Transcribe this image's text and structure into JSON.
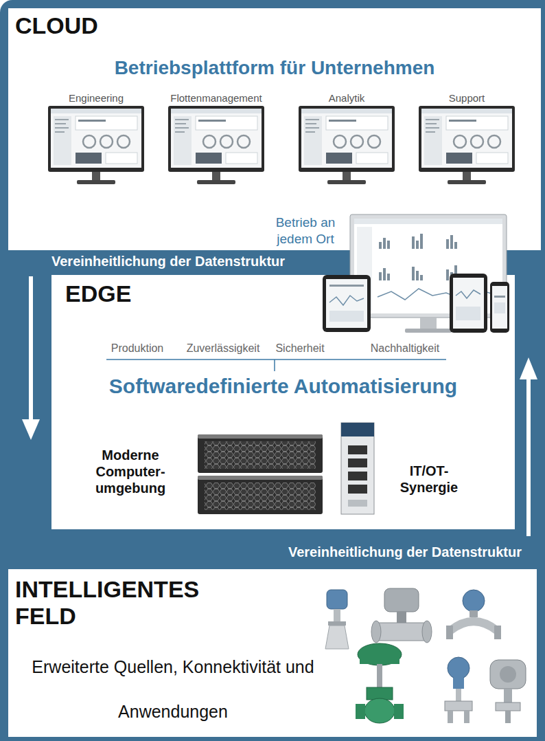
{
  "diagram": {
    "nodes": [
      {
        "text": [
          "CLOUD",
          "Betriebsplattform für Unternehmen"
        ]
      },
      {
        "text": [
          "EDGE",
          "Softwaredefinierte Automatisierung"
        ]
      },
      {
        "text": [
          "INTELLIGENTES FELD",
          "Erweiterte Quellen, Konnektivität und Anwendungen"
        ]
      }
    ],
    "labels": [
      "Engineering",
      "Flottenmanagement",
      "Analytik",
      "Support",
      "Betrieb an jedem Ort",
      "Vereinheitlichung der Datenstruktur",
      "Produktion",
      "Zuverlässigkeit",
      "Sicherheit",
      "Nachhaltigkeit",
      "Moderne Computer- umgebung",
      "IT/OT- Synergie",
      "Vereinheitlichung der Datenstruktur"
    ]
  }
}
